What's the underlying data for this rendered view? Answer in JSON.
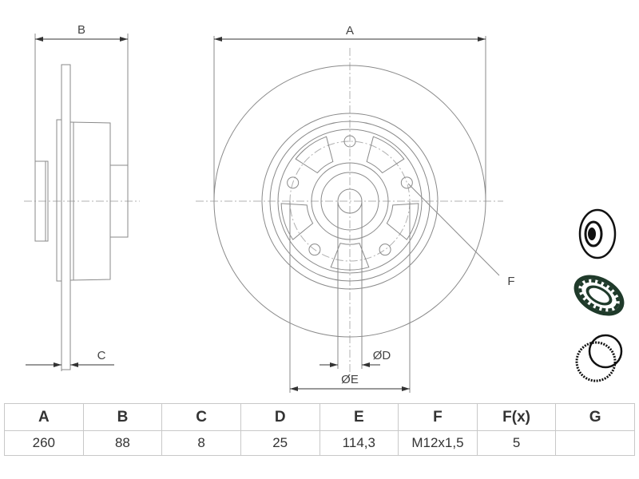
{
  "drawing": {
    "labels": {
      "a": "A",
      "b": "B",
      "c": "C",
      "d": "ØD",
      "e": "ØE",
      "f": "F"
    }
  },
  "icons": [
    "brake-disc-icon",
    "wheel-bearing-icon",
    "abs-ring-icon"
  ],
  "table": {
    "headers": [
      "A",
      "B",
      "C",
      "D",
      "E",
      "F",
      "F(x)",
      "G"
    ],
    "values": [
      "260",
      "88",
      "8",
      "25",
      "114,3",
      "M12x1,5",
      "5",
      ""
    ]
  }
}
